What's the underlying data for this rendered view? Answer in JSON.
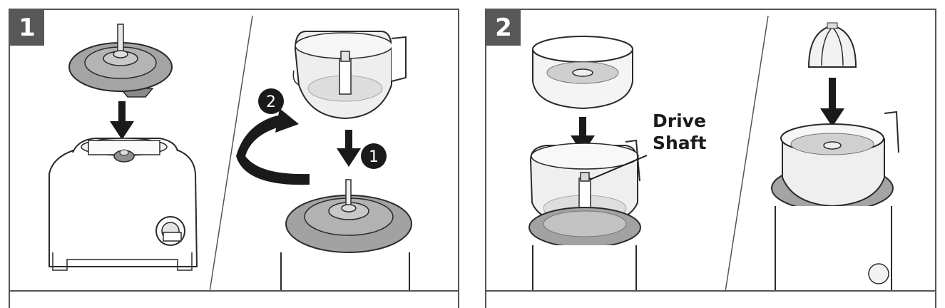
{
  "panels": [
    {
      "step_number": "1",
      "seq_markers": [
        "2",
        "1"
      ]
    },
    {
      "step_number": "2",
      "callout_line1": "Drive",
      "callout_line2": "Shaft"
    }
  ],
  "colors": {
    "frame": "#555555",
    "badge": "#58585a",
    "tray_gray": "#9a9a9a",
    "outline": "#2a2a2a"
  }
}
